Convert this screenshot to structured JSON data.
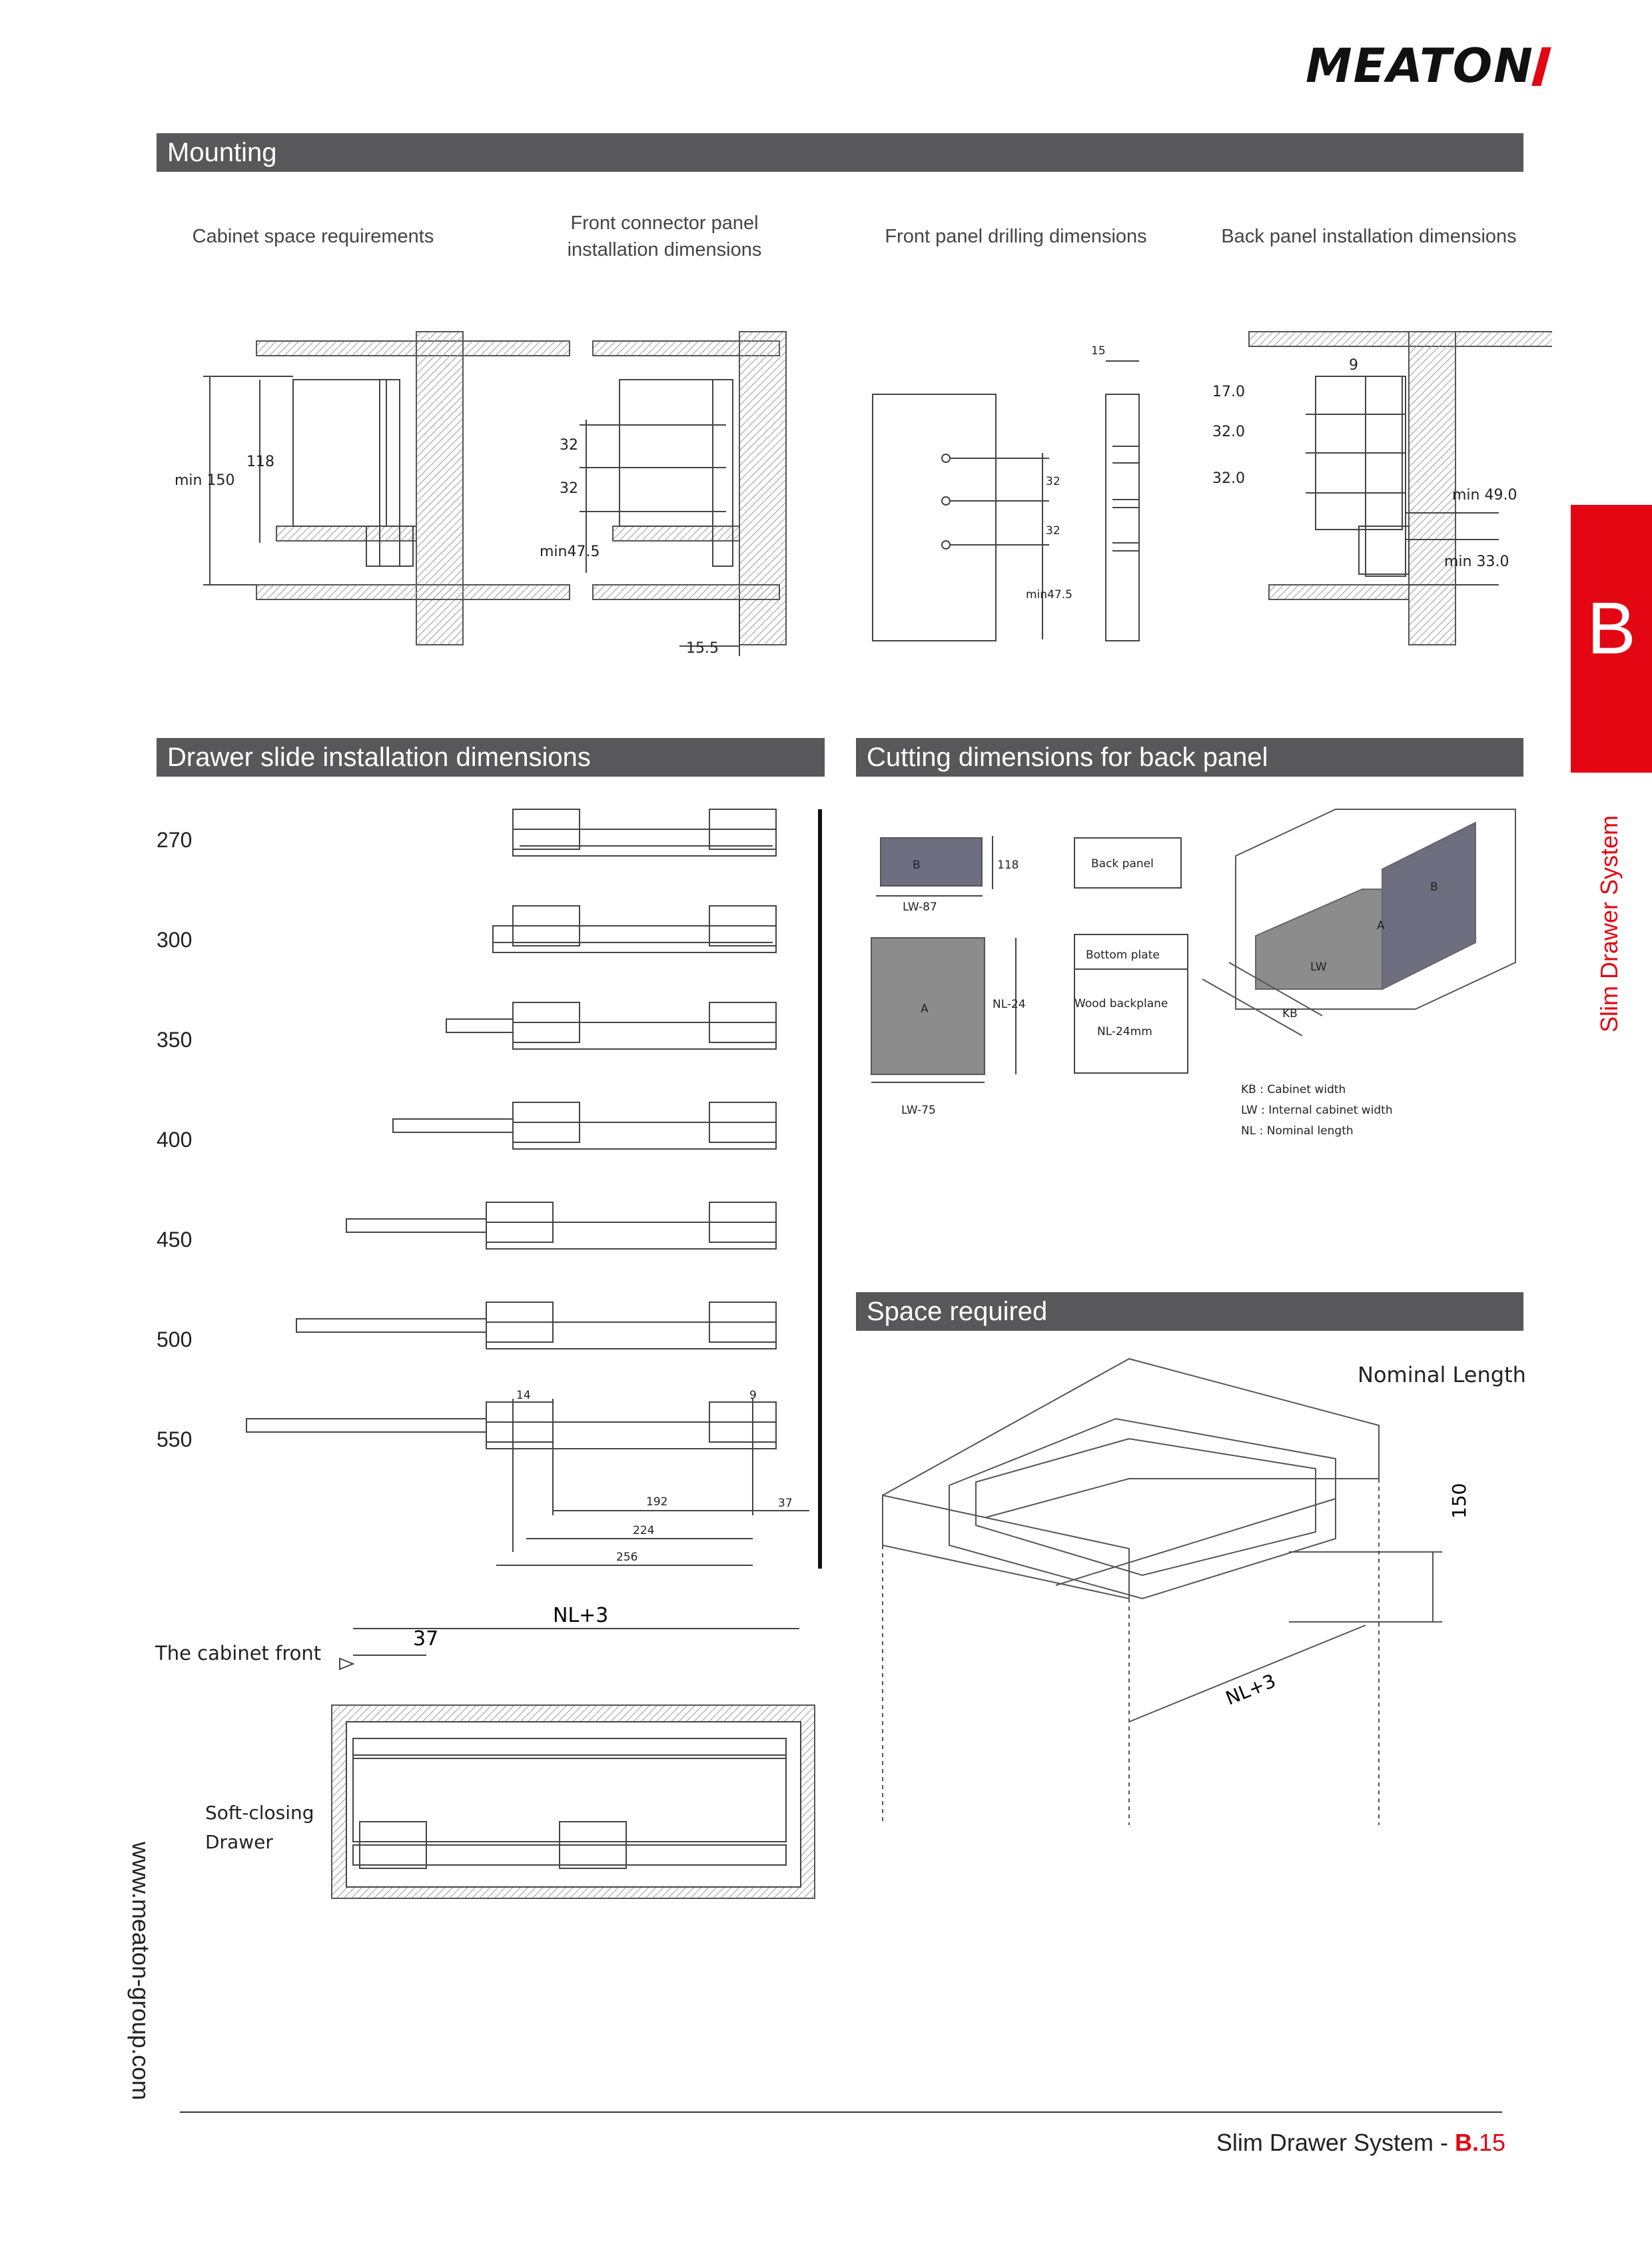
{
  "brand": {
    "logo_text": "MEATON",
    "accent_color": "#e30613"
  },
  "sections": {
    "mounting": "Mounting",
    "drawer_slide": "Drawer slide installation dimensions",
    "cutting": "Cutting dimensions for back panel",
    "space": "Space required"
  },
  "mounting": {
    "captions": {
      "cabinet": "Cabinet space requirements",
      "front_connector_1": "Front connector panel",
      "front_connector_2": "installation dimensions",
      "front_drilling": "Front panel drilling dimensions",
      "back_panel": "Back panel installation dimensions"
    },
    "cabinet_dims": {
      "min150": "min 150",
      "h118": "118"
    },
    "connector_dims": {
      "a": "32",
      "b": "32",
      "min": "min47.5",
      "offset": "15.5"
    },
    "drilling_dims": {
      "top": "15",
      "a": "32",
      "b": "32",
      "min": "min47.5"
    },
    "back_dims": {
      "w": "9",
      "h1": "17.0",
      "h2": "32.0",
      "h3": "32.0",
      "min49": "min 49.0",
      "min33": "min 33.0"
    }
  },
  "slides": {
    "sizes": [
      "270",
      "300",
      "350",
      "400",
      "450",
      "500",
      "550"
    ],
    "dims": {
      "d14": "14",
      "d9": "9",
      "d192": "192",
      "d37": "37",
      "d224": "224",
      "d256": "256"
    }
  },
  "front_view": {
    "nl3": "NL+3",
    "d37": "37",
    "cabinet_front": "The cabinet front",
    "soft_closing_1": "Soft-closing",
    "soft_closing_2": "Drawer"
  },
  "cutting": {
    "b_label": "B",
    "b_dim": "118",
    "b_width": "LW-87",
    "a_label": "A",
    "a_dim": "NL-24",
    "a_width": "LW-75",
    "back_panel": "Back panel",
    "bottom_plate": "Bottom plate",
    "wood_1": "Wood backplane",
    "wood_2": "NL-24mm",
    "iso_a": "A",
    "iso_b": "B",
    "iso_lw": "LW",
    "iso_kb": "KB",
    "legend": [
      "KB : Cabinet width",
      "LW : Internal cabinet width",
      "NL : Nominal length"
    ]
  },
  "space": {
    "nominal": "Nominal Length",
    "h150": "150",
    "nl3": "NL+3"
  },
  "side": {
    "letter": "B",
    "vertical": "Slim Drawer System"
  },
  "website": "www.meaton-group.com",
  "footer": {
    "text": "Slim Drawer System - ",
    "section": "B.",
    "page": "15"
  }
}
